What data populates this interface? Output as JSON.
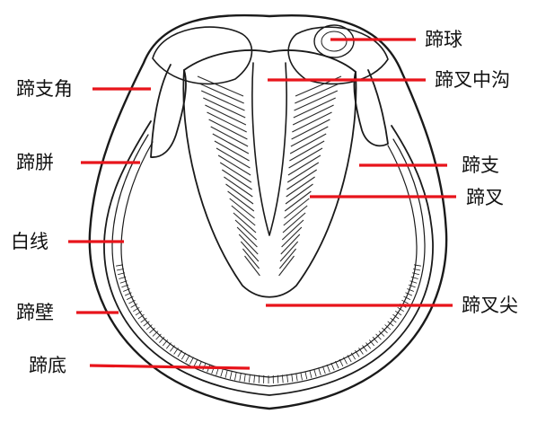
{
  "labels": {
    "heel_bulb": "蹄球",
    "central_groove": "蹄叉中沟",
    "bar_angle": "蹄支角",
    "sole_buttress": "蹄胼",
    "bar": "蹄支",
    "frog": "蹄叉",
    "white_line": "白线",
    "frog_apex": "蹄叉尖",
    "hoof_wall": "蹄壁",
    "sole": "蹄底"
  },
  "colors": {
    "leader": "#e8141b",
    "ink": "#1a1a1a",
    "background": "#ffffff"
  }
}
